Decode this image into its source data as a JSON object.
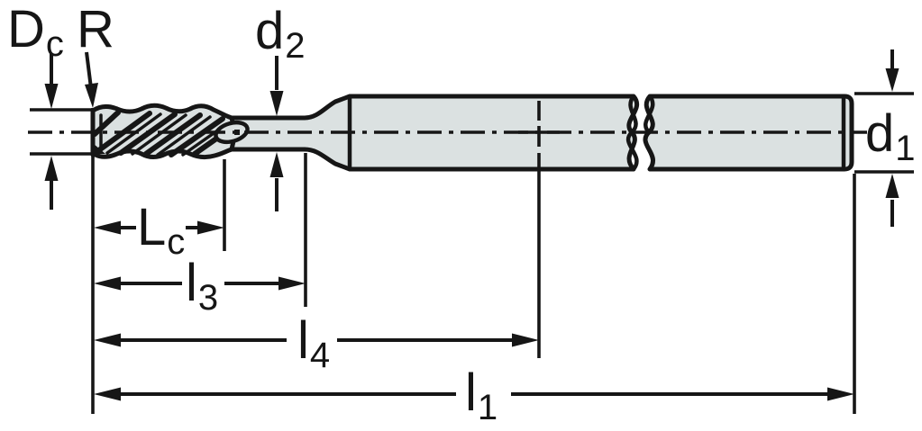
{
  "drawing": {
    "title": "End mill dimension diagram",
    "colors": {
      "line": "#161616",
      "fill": "#dbe1e1",
      "background": "#ffffff"
    },
    "labels": {
      "dc": {
        "base": "D",
        "sub": "c"
      },
      "r": {
        "base": "R",
        "sub": ""
      },
      "d2": {
        "base": "d",
        "sub": "2"
      },
      "d1": {
        "base": "d",
        "sub": "1"
      },
      "lc": {
        "base": "L",
        "sub": "c"
      },
      "l3": {
        "base": "l",
        "sub": "3"
      },
      "l4": {
        "base": "l",
        "sub": "4"
      },
      "l1": {
        "base": "l",
        "sub": "1"
      }
    }
  }
}
